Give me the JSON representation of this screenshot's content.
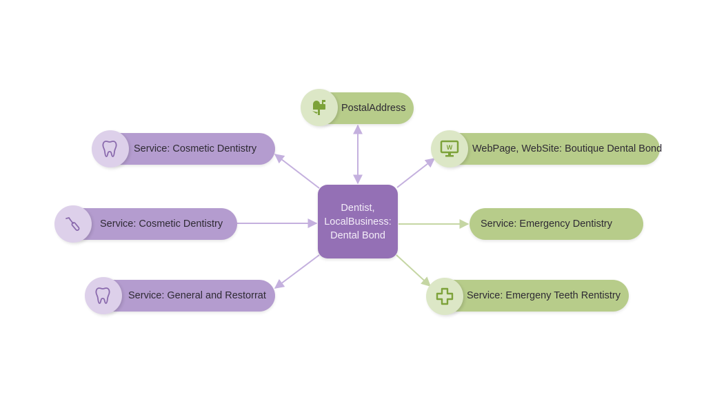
{
  "diagram": {
    "center": {
      "label": "Dentist,\nLocalBusiness:\nDental Bond",
      "color": "#9470b5"
    },
    "colors": {
      "purple_pill": "#b49ccf",
      "purple_badge": "#ddd0ea",
      "purple_edge": "#c4b0de",
      "green_pill": "#b7cc8a",
      "green_badge": "#dce7c6",
      "green_edge": "#c5d6a3",
      "icon_purple": "#8a6aad",
      "icon_green": "#7da23a"
    },
    "nodes": [
      {
        "id": "postal",
        "label": "PostalAddress",
        "icon": "mailbox-icon",
        "theme": "green",
        "edge": "bidirectional"
      },
      {
        "id": "web",
        "label": "WebPage, WebSite: Boutique Dental Bond",
        "icon": "computer-monitor-icon",
        "theme": "green",
        "edge": "to-node"
      },
      {
        "id": "cosmetic1",
        "label": "Service: Cosmetic Dentistry",
        "icon": "tooth-icon",
        "theme": "purple",
        "edge": "to-node"
      },
      {
        "id": "cosmetic2",
        "label": "Service: Cosmetic Dentistry",
        "icon": "dental-tool-icon",
        "theme": "purple",
        "edge": "to-center"
      },
      {
        "id": "general",
        "label": "Service: General and Restorrat",
        "icon": "tooth-icon",
        "theme": "purple",
        "edge": "to-node"
      },
      {
        "id": "emergency",
        "label": "Service: Emergency Dentistry",
        "icon": "",
        "theme": "green",
        "edge": "to-node"
      },
      {
        "id": "teeth",
        "label": "Service: Emergeny Teeth Rentistry",
        "icon": "medical-cross-icon",
        "theme": "green",
        "edge": "to-node"
      }
    ]
  }
}
